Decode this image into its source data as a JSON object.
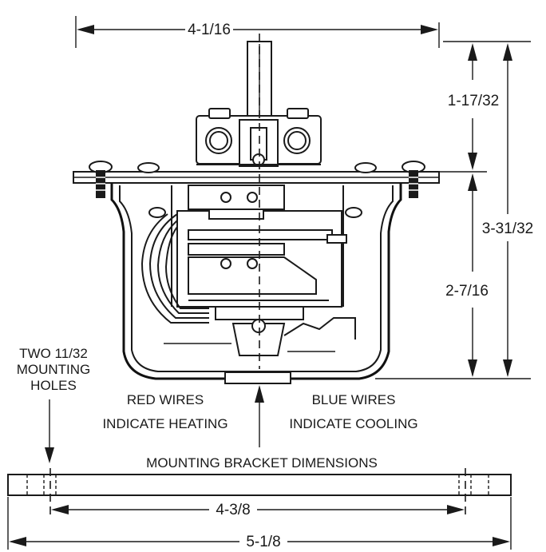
{
  "dimensions": {
    "top_width": "4-1/16",
    "upper_height": "1-17/32",
    "total_height": "3-31/32",
    "lower_height": "2-7/16",
    "bracket_hole_spacing": "4-3/8",
    "bracket_length": "5-1/8"
  },
  "labels": {
    "mounting_holes": [
      "TWO 11/32",
      "MOUNTING",
      "HOLES"
    ],
    "red_wires": [
      "RED WIRES",
      "INDICATE HEATING"
    ],
    "blue_wires": [
      "BLUE WIRES",
      "INDICATE COOLING"
    ],
    "bracket_title": "MOUNTING BRACKET DIMENSIONS"
  }
}
